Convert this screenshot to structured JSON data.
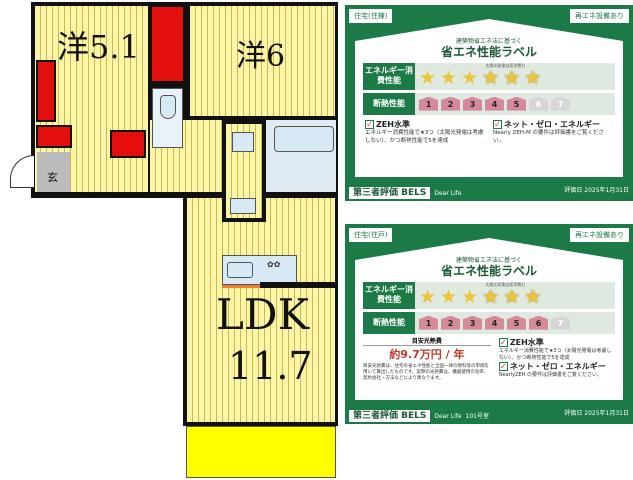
{
  "floorplan": {
    "rooms": [
      {
        "label": "洋5.1"
      },
      {
        "label": "洋6"
      },
      {
        "label": "LDK"
      },
      {
        "label": "11.7"
      },
      {
        "label": "玄"
      }
    ]
  },
  "labels": [
    {
      "tab_left": "住宅(住棟)",
      "tab_right": "再エネ設備あり",
      "subtitle": "建築物省エネ法に基づく",
      "title": "省エネ性能ラベル",
      "energy_label": "エネルギー消費性能",
      "solar_note": "太陽光発電自家消費分",
      "stars": 6,
      "stars_plain": 3,
      "insulation_label": "断熱性能",
      "insulation_levels": [
        "1",
        "2",
        "3",
        "4",
        "5",
        "6",
        "7"
      ],
      "insulation_level": 5,
      "zeh_label": "ZEH水準",
      "zeh_desc": "エネルギー消費性能で★3つ（太陽光発電は考慮しない）、かつ断熱性能で5を達成",
      "net_zero_label": "ネット・ゼロ・エネルギー",
      "net_zero_desc": "Nearly ZEH-M の要件は評価書をご覧ください。",
      "bels": "第三者評価 BELS",
      "company": "Dear Life",
      "date": "評価日 2025年1月31日"
    },
    {
      "tab_left": "住宅(住戸)",
      "tab_right": "再エネ設備あり",
      "subtitle": "建築物省エネ法に基づく",
      "title": "省エネ性能ラベル",
      "energy_label": "エネルギー消費性能",
      "solar_note": "太陽光発電自家消費分",
      "stars": 6,
      "stars_plain": 3,
      "insulation_label": "断熱性能",
      "insulation_levels": [
        "1",
        "2",
        "3",
        "4",
        "5",
        "6",
        "7"
      ],
      "insulation_level": 6,
      "cost_heading": "目安光熱費",
      "cost_value": "約9.7万円 / 年",
      "cost_desc": "目安光熱費は、住宅の省エネ性能と全国一律の燃料等の単価を用いて算出したものです。実際の光熱費は、機器使用の効率、契約会社・方法などにより異なります。",
      "zeh_label": "ZEH水準",
      "zeh_desc": "エネルギー消費性能で★3つ（太陽光発電は考慮しない）、かつ断熱性能で5を達成",
      "net_zero_label": "ネット・ゼロ・エネルギー",
      "net_zero_desc": "NearlyZEH の要件は評価書をご覧ください。",
      "bels": "第三者評価 BELS",
      "company": "Dear Life",
      "room": "101号室",
      "date": "評価日 2025年1月31日"
    }
  ],
  "colors": {
    "bels_green": "#1b7a45",
    "floor": "#fbf6a6",
    "storage": "#e41010",
    "balcony": "#ffff00"
  }
}
